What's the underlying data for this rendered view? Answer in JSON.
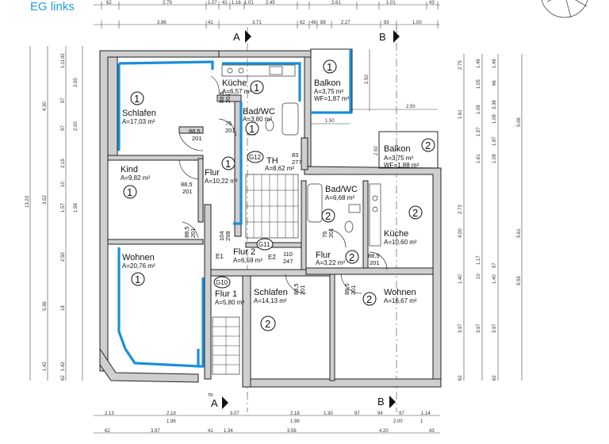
{
  "heading": "EG links",
  "sections": {
    "a_top": "A",
    "a_bottom": "A",
    "b_top": "B",
    "b_bottom": "B",
    "tr": "TR"
  },
  "rooms": {
    "schlafen1": {
      "name": "Schlafen",
      "area": "A=17,03 m²",
      "unit": "1"
    },
    "kueche1": {
      "name": "Küche",
      "area": "A=6,57 m²",
      "unit": "1"
    },
    "balkon1": {
      "name": "Balkon",
      "area": "A=3,75 m²",
      "wf": "WF=1,87 m²",
      "unit": "1"
    },
    "badwc1": {
      "name": "Bad/WC",
      "area": "A=3,80 m²",
      "unit": "1"
    },
    "kind1": {
      "name": "Kind",
      "area": "A=9,82 m²",
      "unit": "1"
    },
    "flur1": {
      "name": "Flur",
      "area": "A=10,22 m²",
      "unit": "1"
    },
    "th": {
      "name": "TH",
      "area": "A=8,62 m²"
    },
    "balkon2": {
      "name": "Balkon",
      "area": "A=3,75 m²",
      "wf": "WF=1,88 m²",
      "unit": "2"
    },
    "badwc2": {
      "name": "Bad/WC",
      "area": "A=6,68 m²",
      "unit": "2"
    },
    "kueche2": {
      "name": "Küche",
      "area": "A=10,60 m²",
      "unit": "2"
    },
    "wohnen1": {
      "name": "Wohnen",
      "area": "A=20,76 m²",
      "unit": "1"
    },
    "flur2": {
      "name": "Flur 2",
      "area": "A=6,59 m²"
    },
    "flur_b": {
      "name": "Flur",
      "area": "A=3,22 m²",
      "unit": "2"
    },
    "flur_1": {
      "name": "Flur 1",
      "area": "A=5,80 m²"
    },
    "schlafen2": {
      "name": "Schlafen",
      "area": "A=14,13 m²",
      "unit": "2"
    },
    "wohnen2": {
      "name": "Wohnen",
      "area": "A=16,67 m²",
      "unit": "2"
    }
  },
  "tags": {
    "g12": "G12",
    "g11": "G11",
    "g10": "G10",
    "e1": "E1",
    "e2": "E2"
  },
  "doors": {
    "d1a": "88,5",
    "d1b": "201",
    "d2a": "76",
    "d2b": "201",
    "d3a": "88,5",
    "d3b": "201",
    "d4a": "88,5",
    "d4b": "201",
    "d5a": "88,5",
    "d5b": "201",
    "d6a": "104",
    "d6b": "298",
    "d7a": "110",
    "d7b": "247",
    "d8a": "88,5",
    "d8b": "201",
    "d9a": "76",
    "d9b": "201",
    "d10a": "88,5",
    "d10b": "201",
    "d11a": "88,5",
    "d11b": "201",
    "d12a": "83",
    "d12b": "277"
  },
  "dims": {
    "top1": [
      "62",
      "2.79",
      "1.07",
      "41",
      "1.16",
      "1.01",
      "2.45",
      "2.61",
      "1.01",
      "43"
    ],
    "top2": [
      "3.96",
      "41",
      "3.71",
      "62",
      "49",
      "89",
      "2.27",
      "93",
      "1.00"
    ],
    "bot1": [
      "2.13",
      "2.18",
      "3.07",
      "2.18",
      "1.30",
      "97",
      "94",
      "97",
      "1.14"
    ],
    "bot1b": [
      "1.98",
      "1.98",
      "2.00",
      "1"
    ],
    "bot2": [
      "62",
      "3.97",
      "41",
      "1.34",
      "3.56",
      "4.20",
      "43"
    ],
    "left_outer": [
      "13.23"
    ],
    "left1": [
      "4.30",
      "3.52",
      "5.36",
      "1.42"
    ],
    "left2": [
      "1.11",
      "2.00",
      "2.00",
      "2.19",
      "1.57",
      "2.50",
      "1.98",
      "1.42"
    ],
    "left3": [
      "42",
      "97",
      "97",
      "10",
      "18",
      "62"
    ],
    "right1": [
      "5.06",
      "5.61",
      "9.59"
    ],
    "right2": [
      "2.75",
      "1.61",
      "2.73",
      "4.00",
      "1.40",
      "3.97",
      "3.97",
      "62"
    ],
    "right3": [
      "1.49",
      "1.05",
      "1.08",
      "1.97",
      "1.61",
      "1.17",
      "10",
      "3.38"
    ],
    "right4": [
      "1.49",
      "66",
      "1.08",
      "1.87",
      "1.08",
      "97",
      "1.40",
      "3.97",
      "62"
    ],
    "balc": [
      "2.50",
      "2.50",
      "1.50",
      "2.50"
    ]
  }
}
